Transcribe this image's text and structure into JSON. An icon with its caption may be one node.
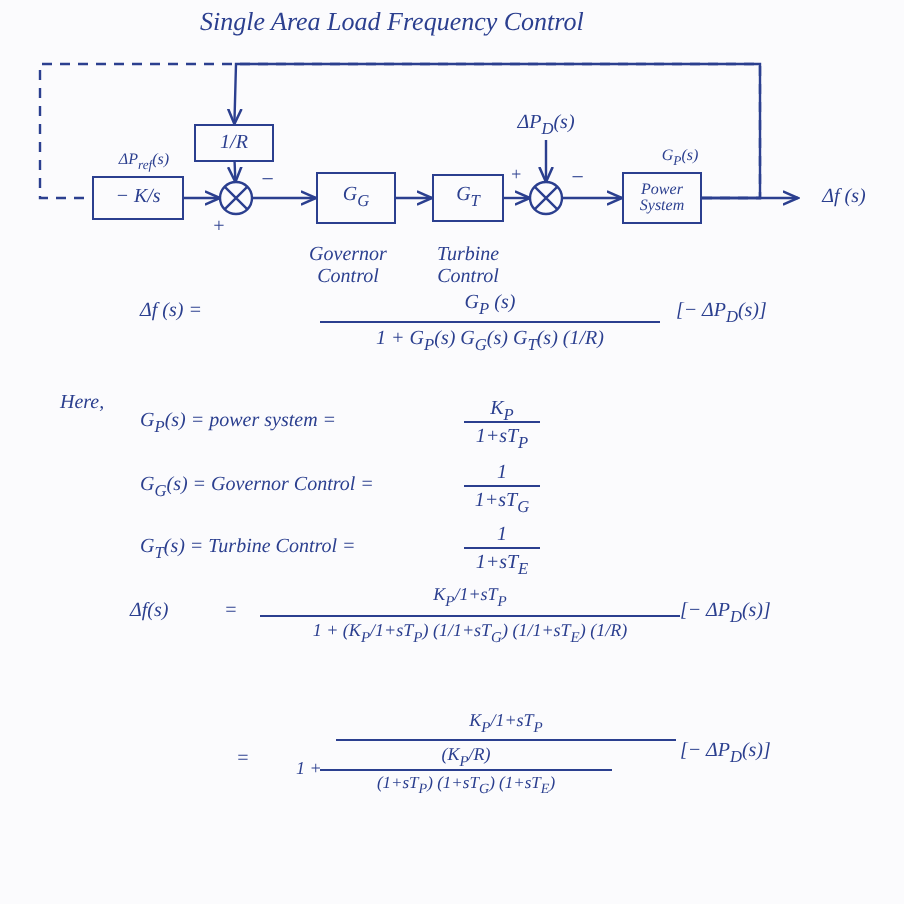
{
  "diagram": {
    "title": "Single Area Load Frequency Control",
    "nodes": [
      {
        "text": [
          "− K/s"
        ],
        "beside": [
          "ΔP$_{ref}$(s)"
        ]
      },
      {
        "text": [
          "1/R"
        ]
      },
      {
        "text": [],
        "shape": "circle"
      },
      {
        "text": [
          "G$_{G}$"
        ],
        "beside": [
          "Governor Control"
        ]
      },
      {
        "text": [
          "G$_{T}$"
        ],
        "beside": [
          "Turbine Control"
        ]
      },
      {
        "text": [],
        "shape": "circle"
      },
      {
        "text": [
          "Power System"
        ],
        "beside": [
          "G$_{P}$(s)"
        ]
      },
      {
        "text": [
          "ΔP$_{D}$(s)"
        ]
      },
      {
        "text": [
          "Δf (s)"
        ]
      }
    ],
    "edges": [
      {
        "from": 6,
        "to": 0,
        "arrow": "none",
        "style": "dashed"
      },
      {
        "from": 6,
        "to": 1,
        "arrow": "to"
      },
      {
        "from": 0,
        "to": 2,
        "arrow": "to"
      },
      {
        "from": 1,
        "to": 2,
        "arrow": "to"
      },
      {
        "from": 2,
        "to": 3,
        "arrow": "to"
      },
      {
        "from": 3,
        "to": 4,
        "arrow": "to"
      },
      {
        "from": 4,
        "to": 5,
        "arrow": "to"
      },
      {
        "from": 7,
        "to": 5,
        "arrow": "to"
      },
      {
        "from": 5,
        "to": 6,
        "arrow": "to"
      },
      {
        "from": 6,
        "to": 8,
        "arrow": "to"
      }
    ],
    "labels": [
      "+",
      "−",
      "+",
      "−",
      "Δf (s) =",
      "G$_{P}$ (s)",
      "1 + G$_{P}$(s) G$_{G}$(s) G$_{T}$(s) (1/R)",
      "[− ΔP$_{D}$(s)]",
      "Here,",
      "G$_{P}$(s) = power system =",
      "K$_{P}$",
      "1+sT$_{P}$",
      "G$_{G}$(s) = Governor Control =",
      "1",
      "1+sT$_{G}$",
      "G$_{T}$(s) = Turbine Control =",
      "1",
      "1+sT$_{E}$",
      "Δf(s)",
      "=",
      "K$_{P}$/1+sT$_{P}$",
      "1 + (K$_{P}$/1+sT$_{P}$) (1/1+sT$_{G}$) (1/1+sT$_{E}$) (1/R)",
      "[− ΔP$_{D}$(s)]",
      "=",
      "K$_{P}$/1+sT$_{P}$",
      "1 +",
      "(K$_{P}$/R)",
      "(1+sT$_{P}$) (1+sT$_{G}$) (1+sT$_{E}$)",
      "[− ΔP$_{D}$(s)]"
    ]
  }
}
